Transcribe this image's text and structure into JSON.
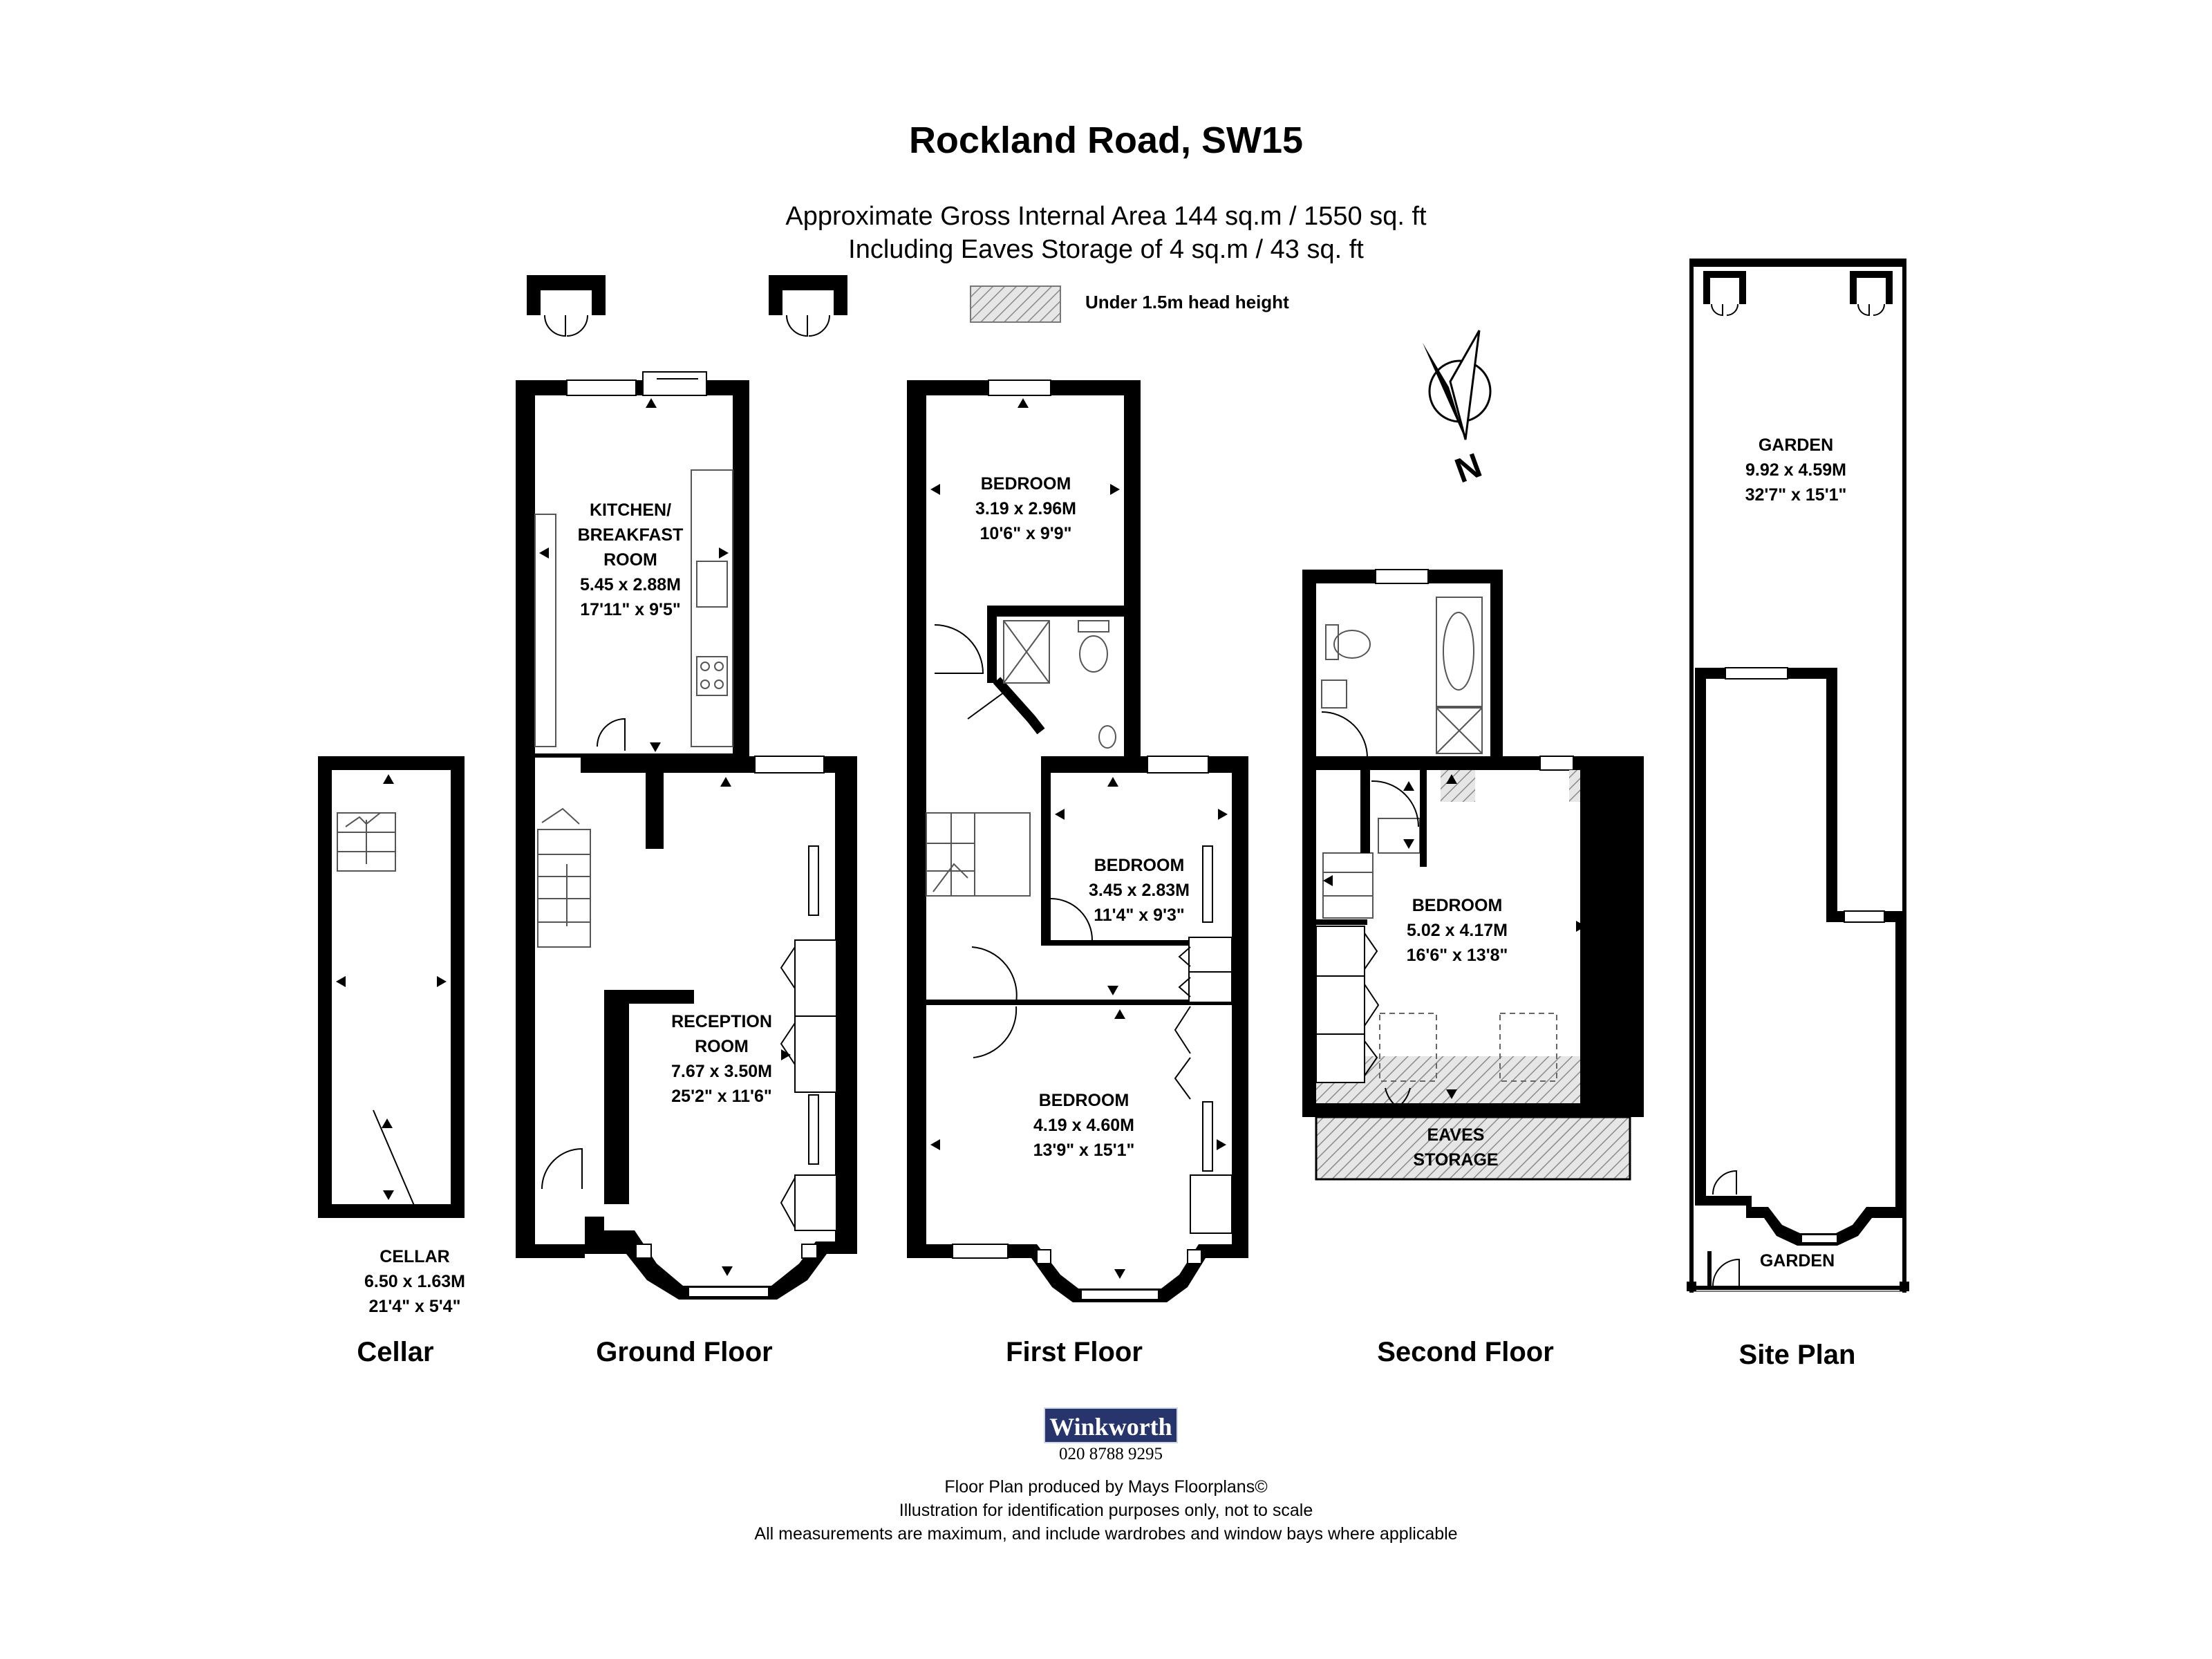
{
  "header": {
    "title": "Rockland Road, SW15",
    "area_line_1": "Approximate Gross Internal Area 144 sq.m  /  1550 sq. ft",
    "area_line_2": "Including Eaves Storage of 4 sq.m  /  43 sq. ft"
  },
  "legend": {
    "hatch_label": "Under 1.5m head height"
  },
  "compass": {
    "label": "N"
  },
  "rooms": {
    "kitchen": {
      "name": "KITCHEN/\nBREAKFAST\nROOM",
      "metric": "5.45 x 2.88M",
      "imperial": "17'11\" x 9'5\""
    },
    "reception": {
      "name": "RECEPTION\nROOM",
      "metric": "7.67 x 3.50M",
      "imperial": "25'2\" x 11'6\""
    },
    "cellar": {
      "name": "CELLAR",
      "metric": "6.50 x 1.63M",
      "imperial": "21'4\" x 5'4\""
    },
    "bedroom_1f_rear": {
      "name": "BEDROOM",
      "metric": "3.19 x 2.96M",
      "imperial": "10'6\" x 9'9\""
    },
    "bedroom_1f_mid": {
      "name": "BEDROOM",
      "metric": "3.45 x 2.83M",
      "imperial": "11'4\" x 9'3\""
    },
    "bedroom_1f_front": {
      "name": "BEDROOM",
      "metric": "4.19 x 4.60M",
      "imperial": "13'9\" x 15'1\""
    },
    "bedroom_2f": {
      "name": "BEDROOM",
      "metric": "5.02 x 4.17M",
      "imperial": "16'6\" x 13'8\""
    },
    "eaves": {
      "name": "EAVES\nSTORAGE"
    },
    "garden_rear": {
      "name": "GARDEN",
      "metric": "9.92 x 4.59M",
      "imperial": "32'7\" x 15'1\""
    },
    "garden_front": {
      "name": "GARDEN"
    }
  },
  "floors": {
    "cellar": "Cellar",
    "ground": "Ground Floor",
    "first": "First Floor",
    "second": "Second Floor",
    "site": "Site Plan"
  },
  "branding": {
    "logo_text": "Winkworth",
    "phone": "020 8788 9295"
  },
  "footer": {
    "line_1": "Floor Plan produced by Mays Floorplans©",
    "line_2": "Illustration for identification purposes only, not to scale",
    "line_3": "All measurements are maximum, and include wardrobes and window bays where applicable"
  },
  "colors": {
    "wall": "#000000",
    "hatch": "#9a9a9a",
    "brand": "#27356c"
  }
}
